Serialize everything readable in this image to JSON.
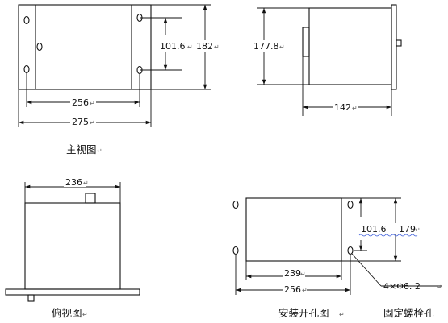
{
  "front_view": {
    "caption": "主视图",
    "dim_101_6": "101.6",
    "dim_182": "182",
    "dim_256": "256",
    "dim_275": "275"
  },
  "side_view": {
    "dim_177_8": "177.8",
    "dim_142": "142"
  },
  "top_view": {
    "caption": "俯视图",
    "dim_236": "236"
  },
  "panel_cutout": {
    "caption": "安装开孔图",
    "dim_101_6": "101.6",
    "dim_179": "179",
    "dim_239": "239",
    "dim_256": "256",
    "hole_spec": "4×Φ6. 2",
    "bolt_label": "固定螺栓孔"
  },
  "return_mark": "↵"
}
